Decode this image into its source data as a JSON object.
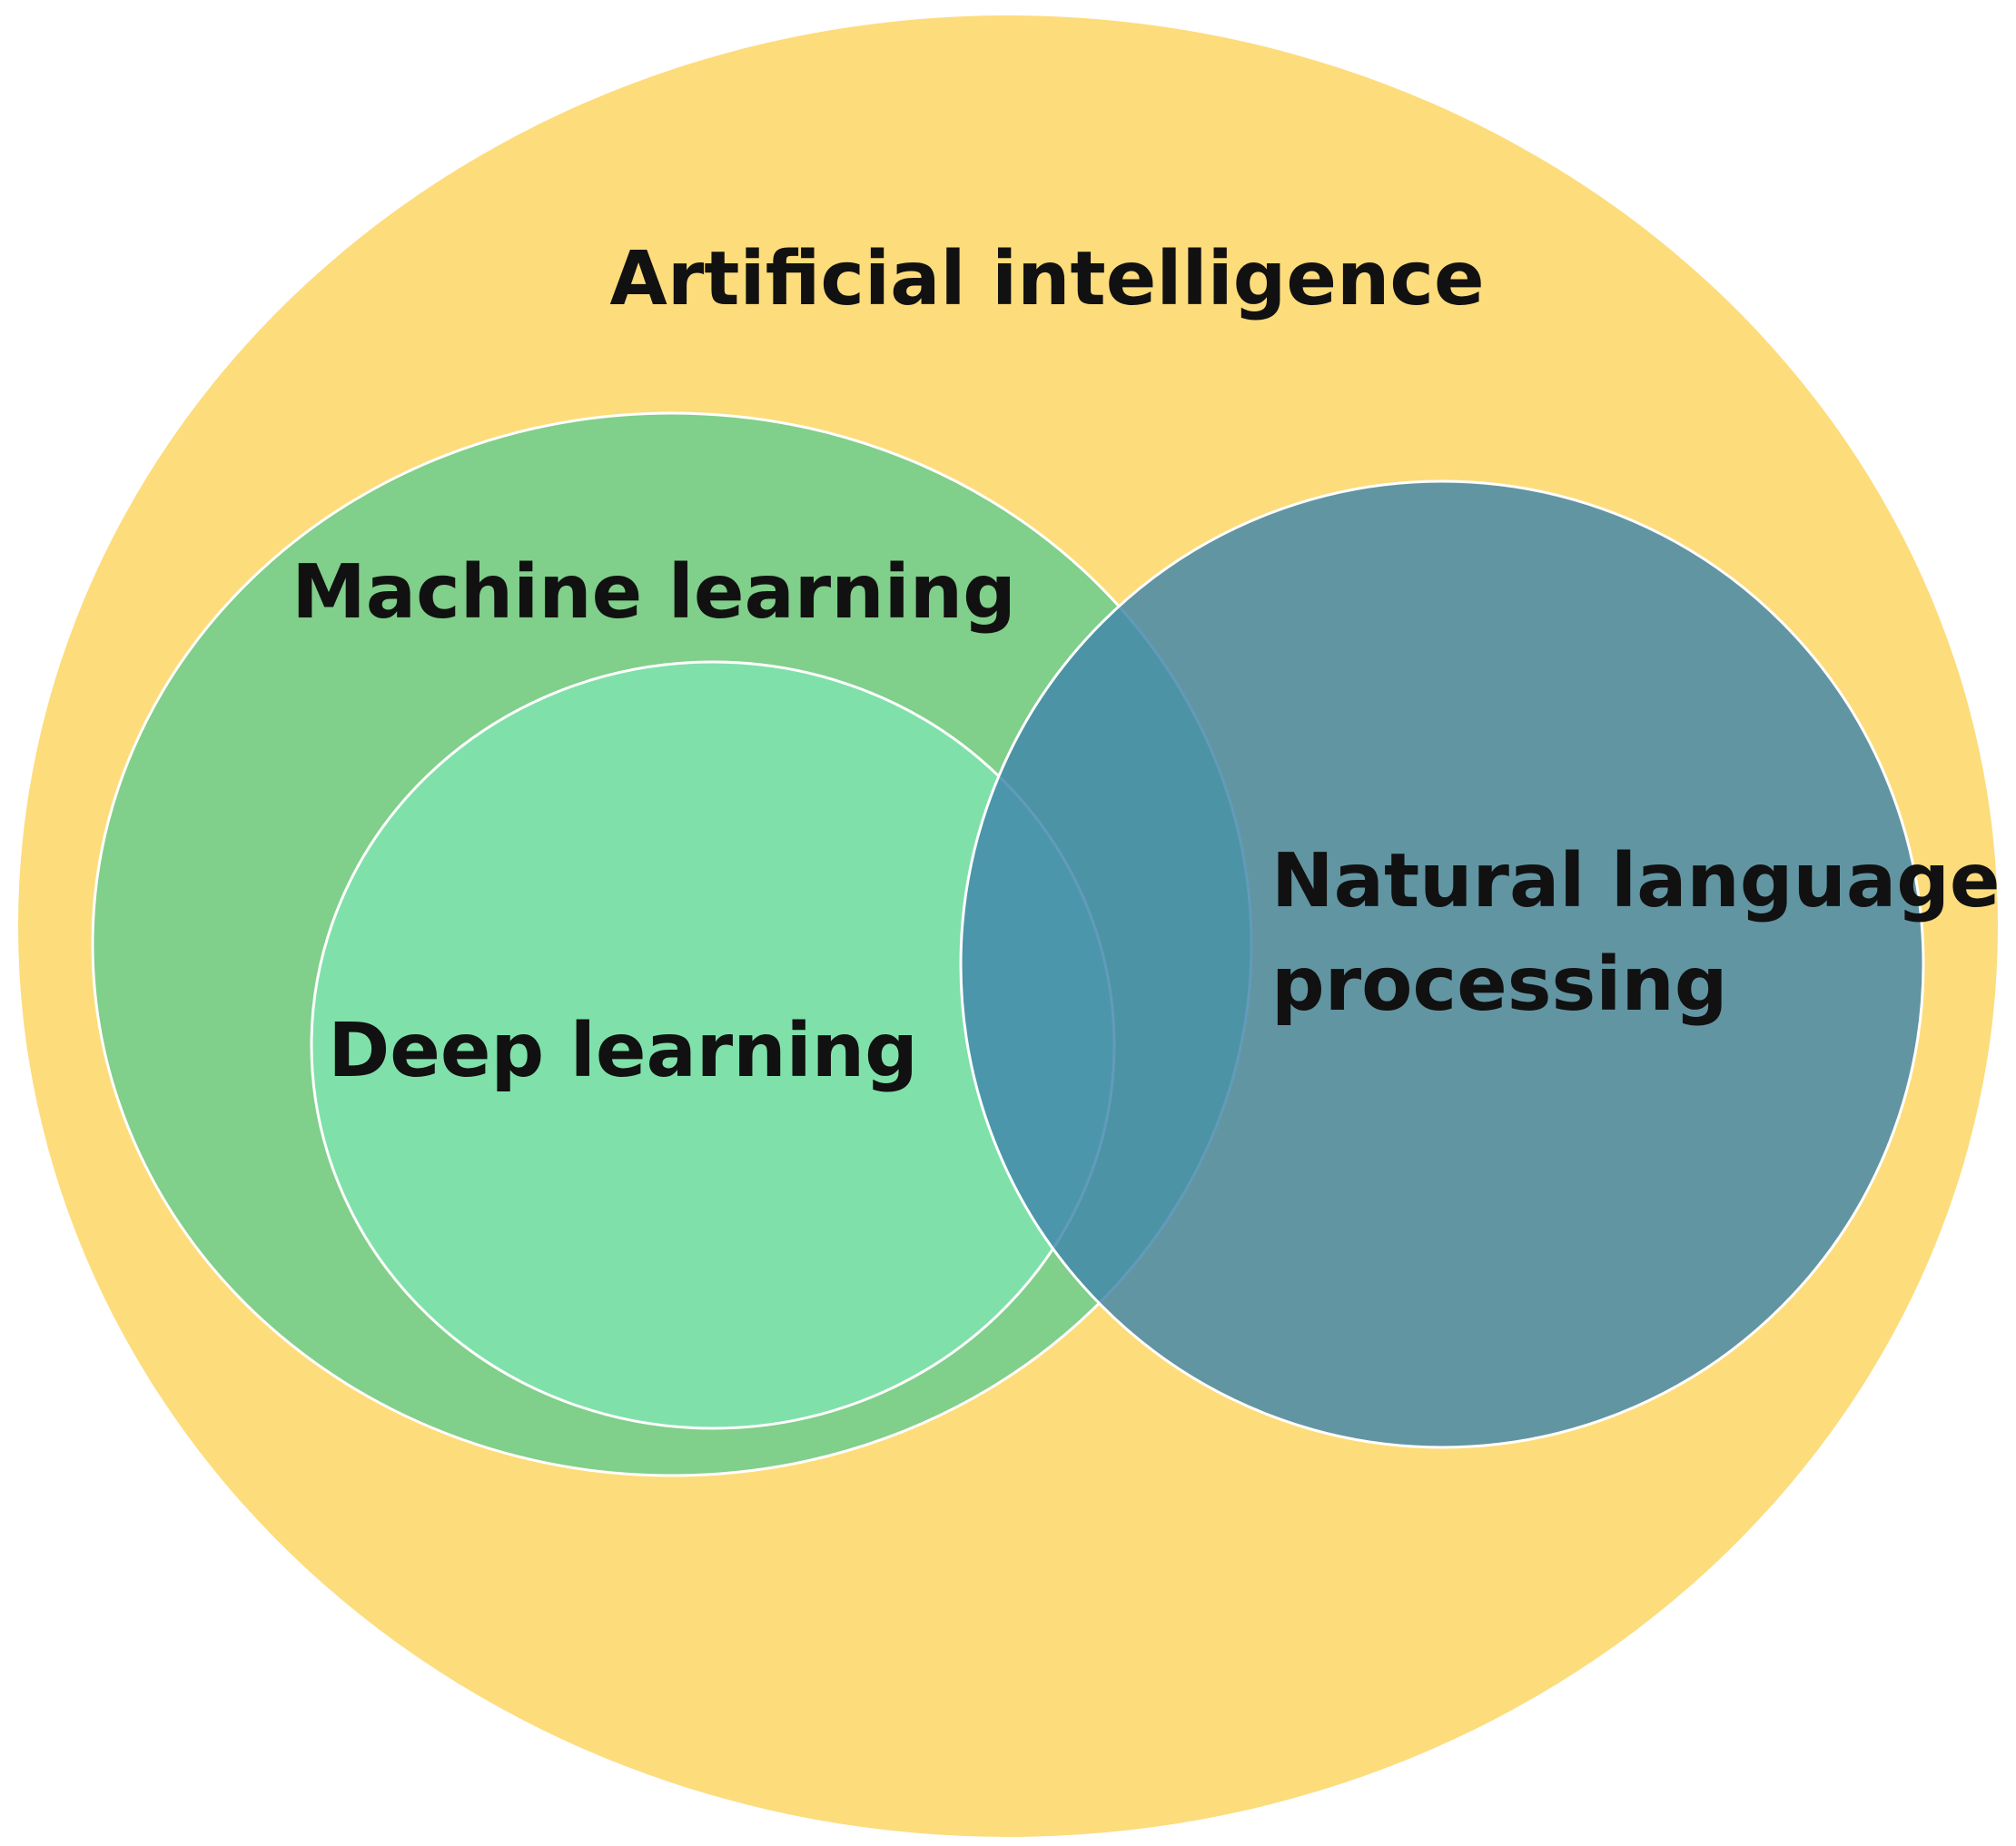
{
  "diagram": {
    "outer": {
      "label": "Artificial intelligence",
      "color": "#FDDC7C"
    },
    "machine_learning": {
      "label": "Machine learning",
      "color": "#80CF8A"
    },
    "deep_learning": {
      "label": "Deep learning",
      "color": "#80E0AA"
    },
    "nlp": {
      "label_line1": "Natural language",
      "label_line2": "processing",
      "color": "#4A8BAE"
    }
  }
}
